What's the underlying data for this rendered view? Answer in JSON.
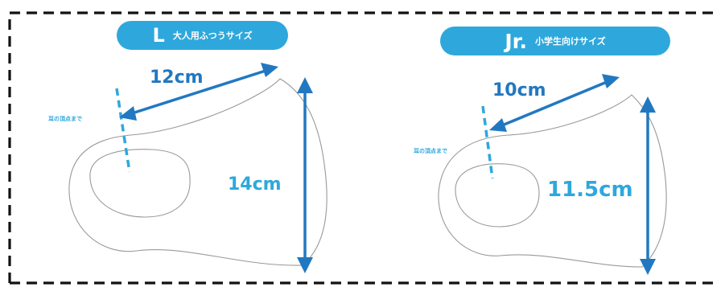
{
  "colors": {
    "accent": "#2ea8dc",
    "arrow": "#2278c0",
    "outline": "#999999",
    "border": "#111111"
  },
  "sizes": [
    {
      "id": "L",
      "badge_size": "L",
      "badge_text": "大人用ふつうサイズ",
      "width_label": "12cm",
      "height_label": "14cm",
      "ear_label": "耳の頂点まで"
    },
    {
      "id": "Jr",
      "badge_size": "Jr.",
      "badge_text": "小学生向けサイズ",
      "width_label": "10cm",
      "height_label": "11.5cm",
      "ear_label": "耳の頂点まで"
    }
  ]
}
